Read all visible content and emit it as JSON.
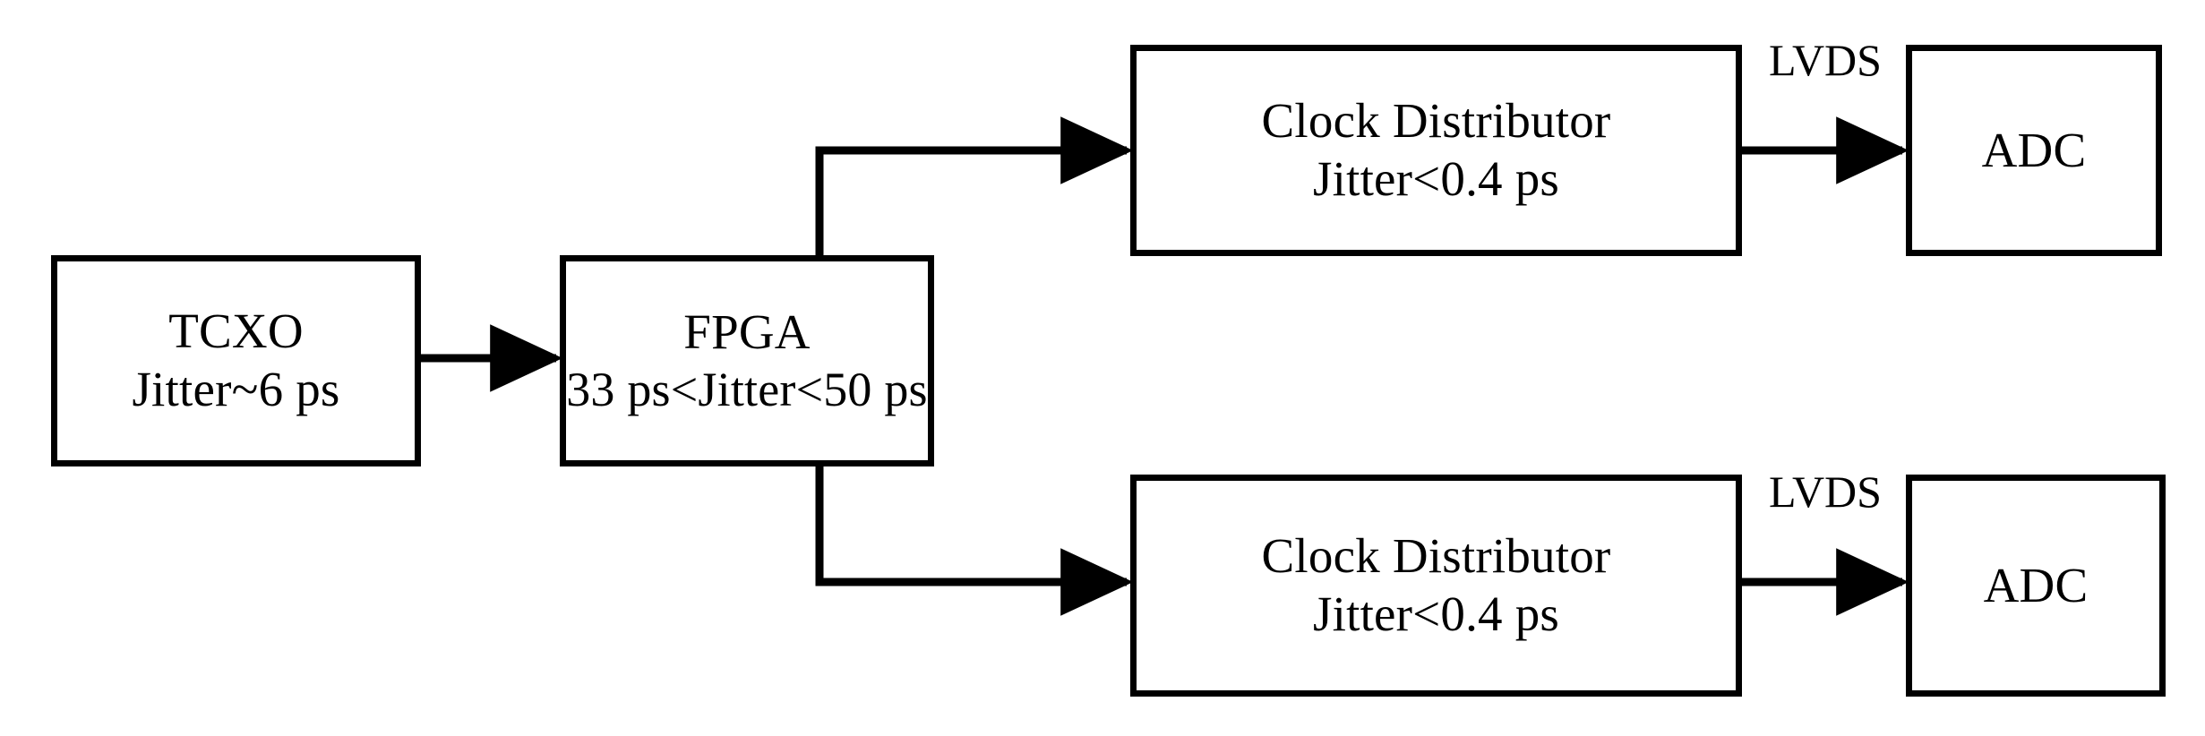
{
  "diagram": {
    "title": "Clock distribution chain block diagram",
    "stroke_color": "#000000",
    "background_color": "#ffffff",
    "nodes": [
      {
        "id": "tcxo",
        "lines": [
          "TCXO",
          "Jitter~6 ps"
        ],
        "line1": "TCXO",
        "line2": "Jitter~6 ps"
      },
      {
        "id": "fpga",
        "lines": [
          "FPGA",
          "33 ps<Jitter<50 ps"
        ],
        "line1": "FPGA",
        "line2": "33 ps<Jitter<50 ps"
      },
      {
        "id": "clock-distributor-top",
        "lines": [
          "Clock Distributor",
          "Jitter<0.4 ps"
        ],
        "line1": "Clock Distributor",
        "line2": "Jitter<0.4 ps"
      },
      {
        "id": "adc-top",
        "lines": [
          "ADC"
        ],
        "line1": "ADC"
      },
      {
        "id": "clock-distributor-bottom",
        "lines": [
          "Clock Distributor",
          "Jitter<0.4 ps"
        ],
        "line1": "Clock Distributor",
        "line2": "Jitter<0.4 ps"
      },
      {
        "id": "adc-bottom",
        "lines": [
          "ADC"
        ],
        "line1": "ADC"
      }
    ],
    "edges": [
      {
        "id": "tcxo-to-fpga",
        "from": "tcxo",
        "to": "fpga",
        "label": "",
        "arrow": true
      },
      {
        "id": "fpga-to-cd-top",
        "from": "fpga",
        "to": "clock-distributor-top",
        "label": "",
        "arrow": true
      },
      {
        "id": "fpga-to-cd-bottom",
        "from": "fpga",
        "to": "clock-distributor-bottom",
        "label": "",
        "arrow": true
      },
      {
        "id": "cd-top-to-adc-top",
        "from": "clock-distributor-top",
        "to": "adc-top",
        "label": "LVDS",
        "arrow": true
      },
      {
        "id": "cd-bottom-to-adc-bottom",
        "from": "clock-distributor-bottom",
        "to": "adc-bottom",
        "label": "LVDS",
        "arrow": true
      }
    ],
    "labels": {
      "lvds_top": "LVDS",
      "lvds_bottom": "LVDS"
    }
  }
}
